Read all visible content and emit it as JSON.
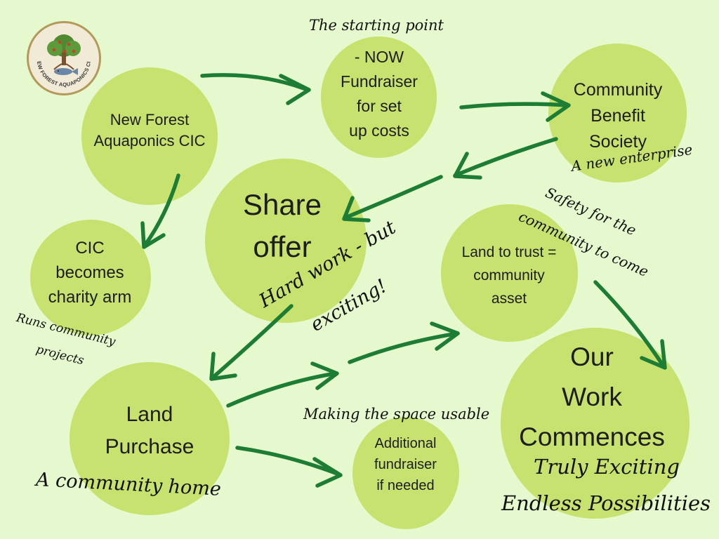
{
  "colors": {
    "background": "#e5f8ce",
    "circle": "#c7e26f",
    "arrow": "#1d7d35",
    "text": "#1d1d1d"
  },
  "logo": {
    "text": "NEW FOREST AQUAPONICS CIC",
    "icon": "tree-fish-icon"
  },
  "nodes": {
    "new_forest": "New Forest\nAquaponics CIC",
    "fundraiser": "- NOW\nFundraiser\nfor set\nup costs",
    "community_benefit": "Community\nBenefit\nSociety",
    "cic_charity": "CIC\nbecomes\ncharity arm",
    "share_offer": "Share\noffer",
    "land_trust": "Land to trust =\ncommunity\nasset",
    "land_purchase": "Land\nPurchase",
    "additional_fundraiser": "Additional\nfundraiser\nif needed",
    "our_work": "Our\nWork\nCommences"
  },
  "annotations": {
    "starting_point": "The starting point",
    "new_enterprise": "A new enterprise",
    "safety_1": "Safety for the",
    "safety_2": "community to come",
    "hard_work_1": "Hard work - but",
    "hard_work_2": "exciting!",
    "runs_1": "Runs community",
    "runs_2": "projects",
    "making_space": "Making  the space usable",
    "community_home": "A community home",
    "truly_exciting": "Truly Exciting",
    "endless": "Endless Possibilities"
  }
}
